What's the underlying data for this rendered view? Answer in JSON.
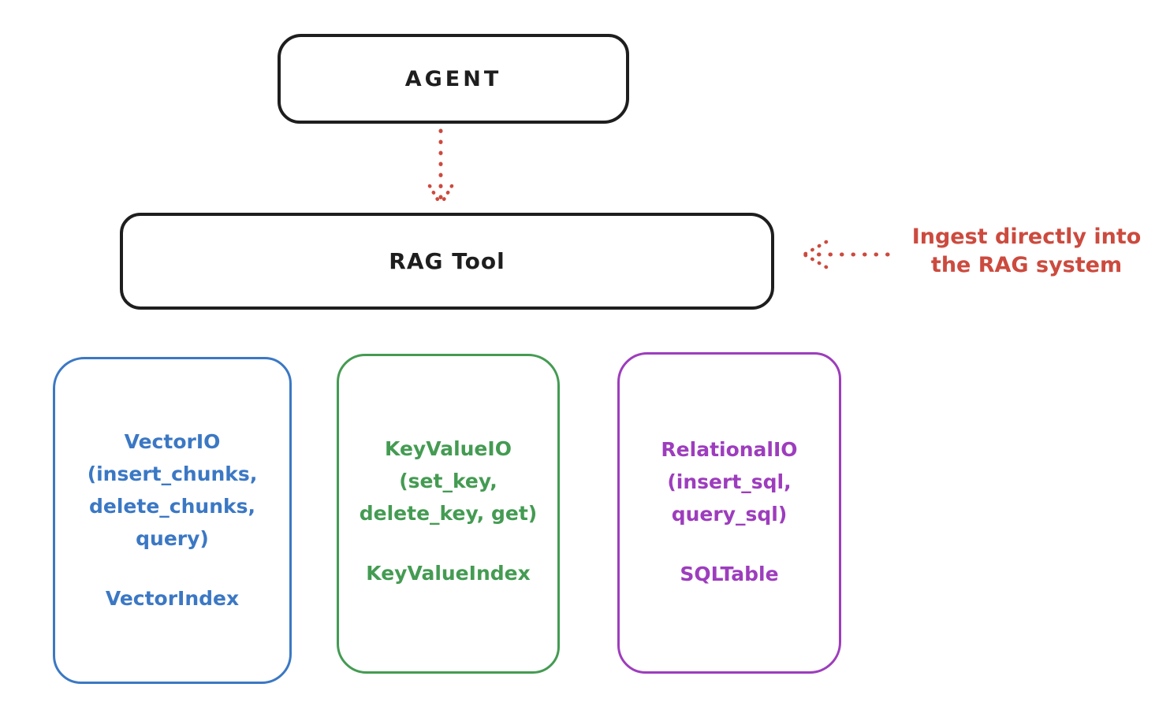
{
  "colors": {
    "ink": "#1e1e1e",
    "accent_red": "#cc4a3e",
    "node_blue": "#3b78c4",
    "node_green": "#449b52",
    "node_purple": "#9d3dbd"
  },
  "diagram": {
    "agent_label": "AGENT",
    "rag_tool_label": "RAG Tool",
    "annotation": "Ingest directly into\nthe RAG system",
    "storage_nodes": [
      {
        "name": "vector-io",
        "color": "#3b78c4",
        "title": "VectorIO\n(insert_chunks,\ndelete_chunks,\nquery)",
        "index_label": "VectorIndex"
      },
      {
        "name": "keyvalue-io",
        "color": "#449b52",
        "title": "KeyValueIO\n(set_key,\ndelete_key, get)",
        "index_label": "KeyValueIndex"
      },
      {
        "name": "relational-io",
        "color": "#9d3dbd",
        "title": "RelationalIO\n(insert_sql,\nquery_sql)",
        "index_label": "SQLTable"
      }
    ]
  }
}
